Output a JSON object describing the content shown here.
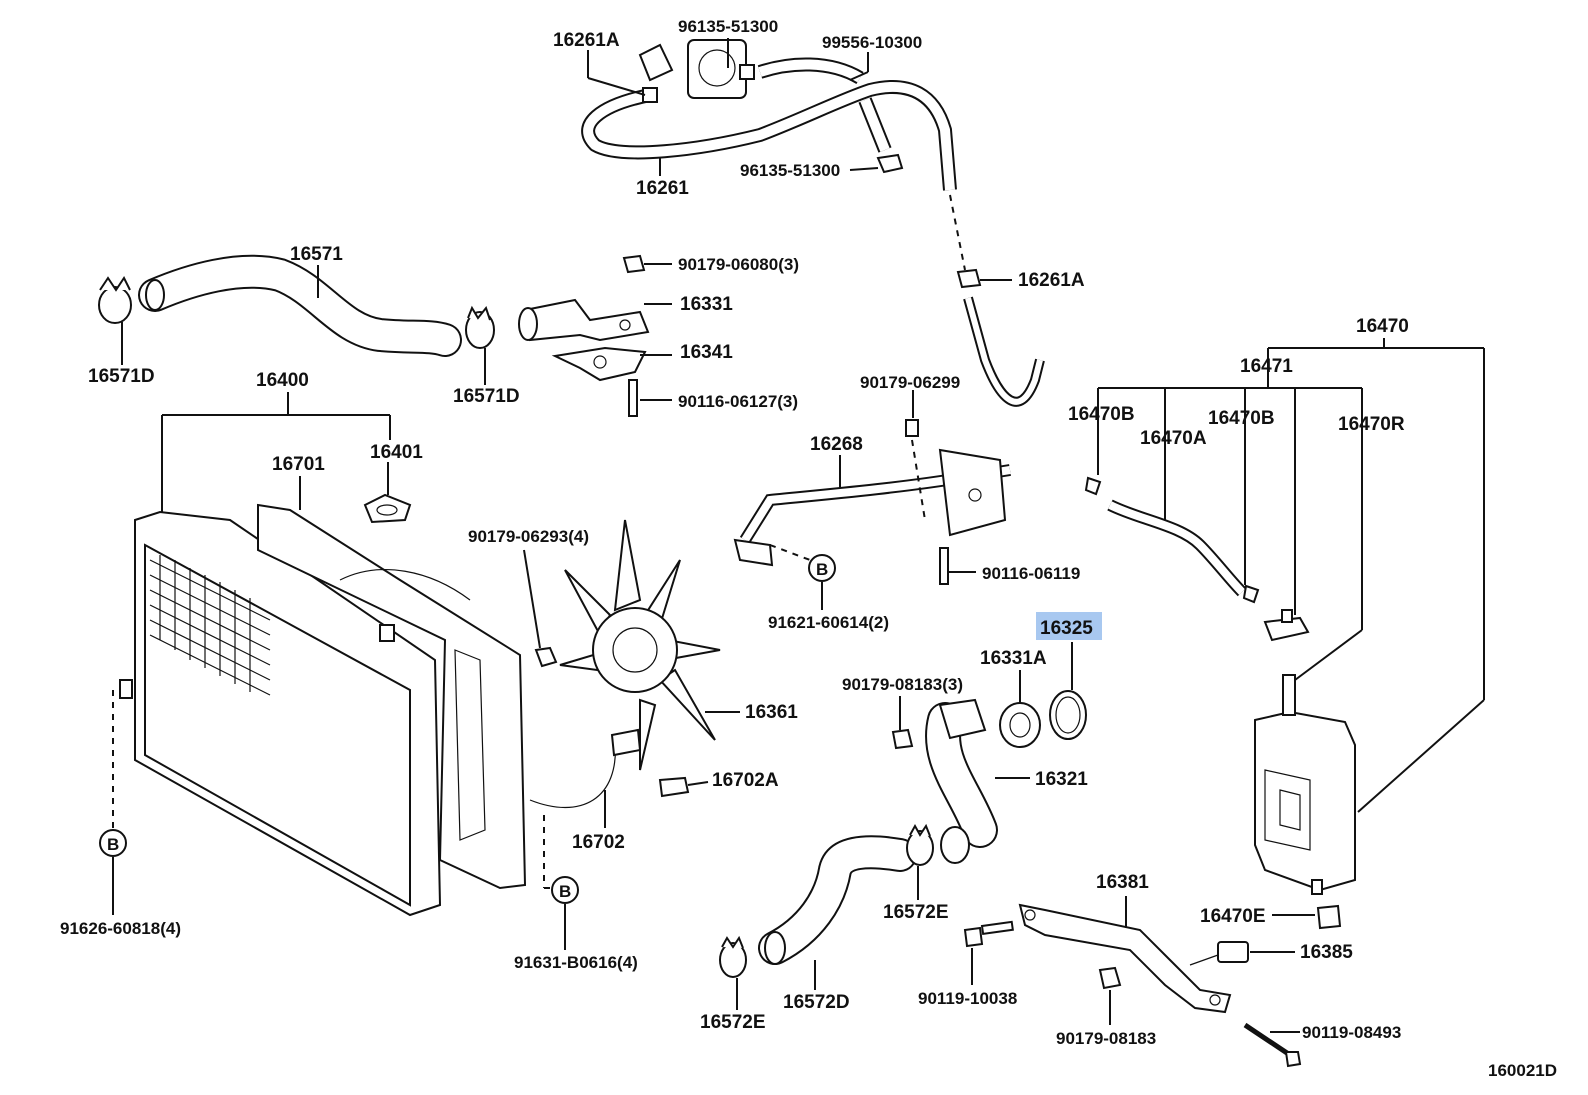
{
  "labels": {
    "p16261A_top": "16261A",
    "p96135_51300_top": "96135-51300",
    "p99556_10300": "99556-10300",
    "p16261": "16261",
    "p96135_51300_mid": "96135-51300",
    "p16571": "16571",
    "p90179_06080": "90179-06080(3)",
    "p16331": "16331",
    "p16261A_right": "16261A",
    "p16571D_left": "16571D",
    "p16571D_mid": "16571D",
    "p16341": "16341",
    "p16400": "16400",
    "p90116_06127": "90116-06127(3)",
    "p90179_06299": "90179-06299",
    "p16470": "16470",
    "p16471": "16471",
    "p16470B_left": "16470B",
    "p16470A": "16470A",
    "p16470B_right": "16470B",
    "p16470R": "16470R",
    "p16401": "16401",
    "p16701": "16701",
    "p16268": "16268",
    "p90179_06293": "90179-06293(4)",
    "p90116_06119": "90116-06119",
    "p91621_60614": "91621-60614(2)",
    "p16325": "16325",
    "p16331A": "16331A",
    "p90179_08183_3": "90179-08183(3)",
    "p16361": "16361",
    "p16321": "16321",
    "p16702A": "16702A",
    "p16702": "16702",
    "p16381": "16381",
    "p16572E_mid": "16572E",
    "p16470E": "16470E",
    "p16385": "16385",
    "p91626_60818": "91626-60818(4)",
    "p91631_B0616": "91631-B0616(4)",
    "p90119_10038": "90119-10038",
    "p16572D": "16572D",
    "p90119_08493": "90119-08493",
    "p90179_08183": "90179-08183",
    "p16572E_bottom": "16572E",
    "diagram_id": "160021D"
  },
  "refs": {
    "b_mid": "B",
    "b_left": "B",
    "b_bottom": "B"
  },
  "highlight": {
    "part": "16325",
    "color": "#a8c8f0"
  }
}
